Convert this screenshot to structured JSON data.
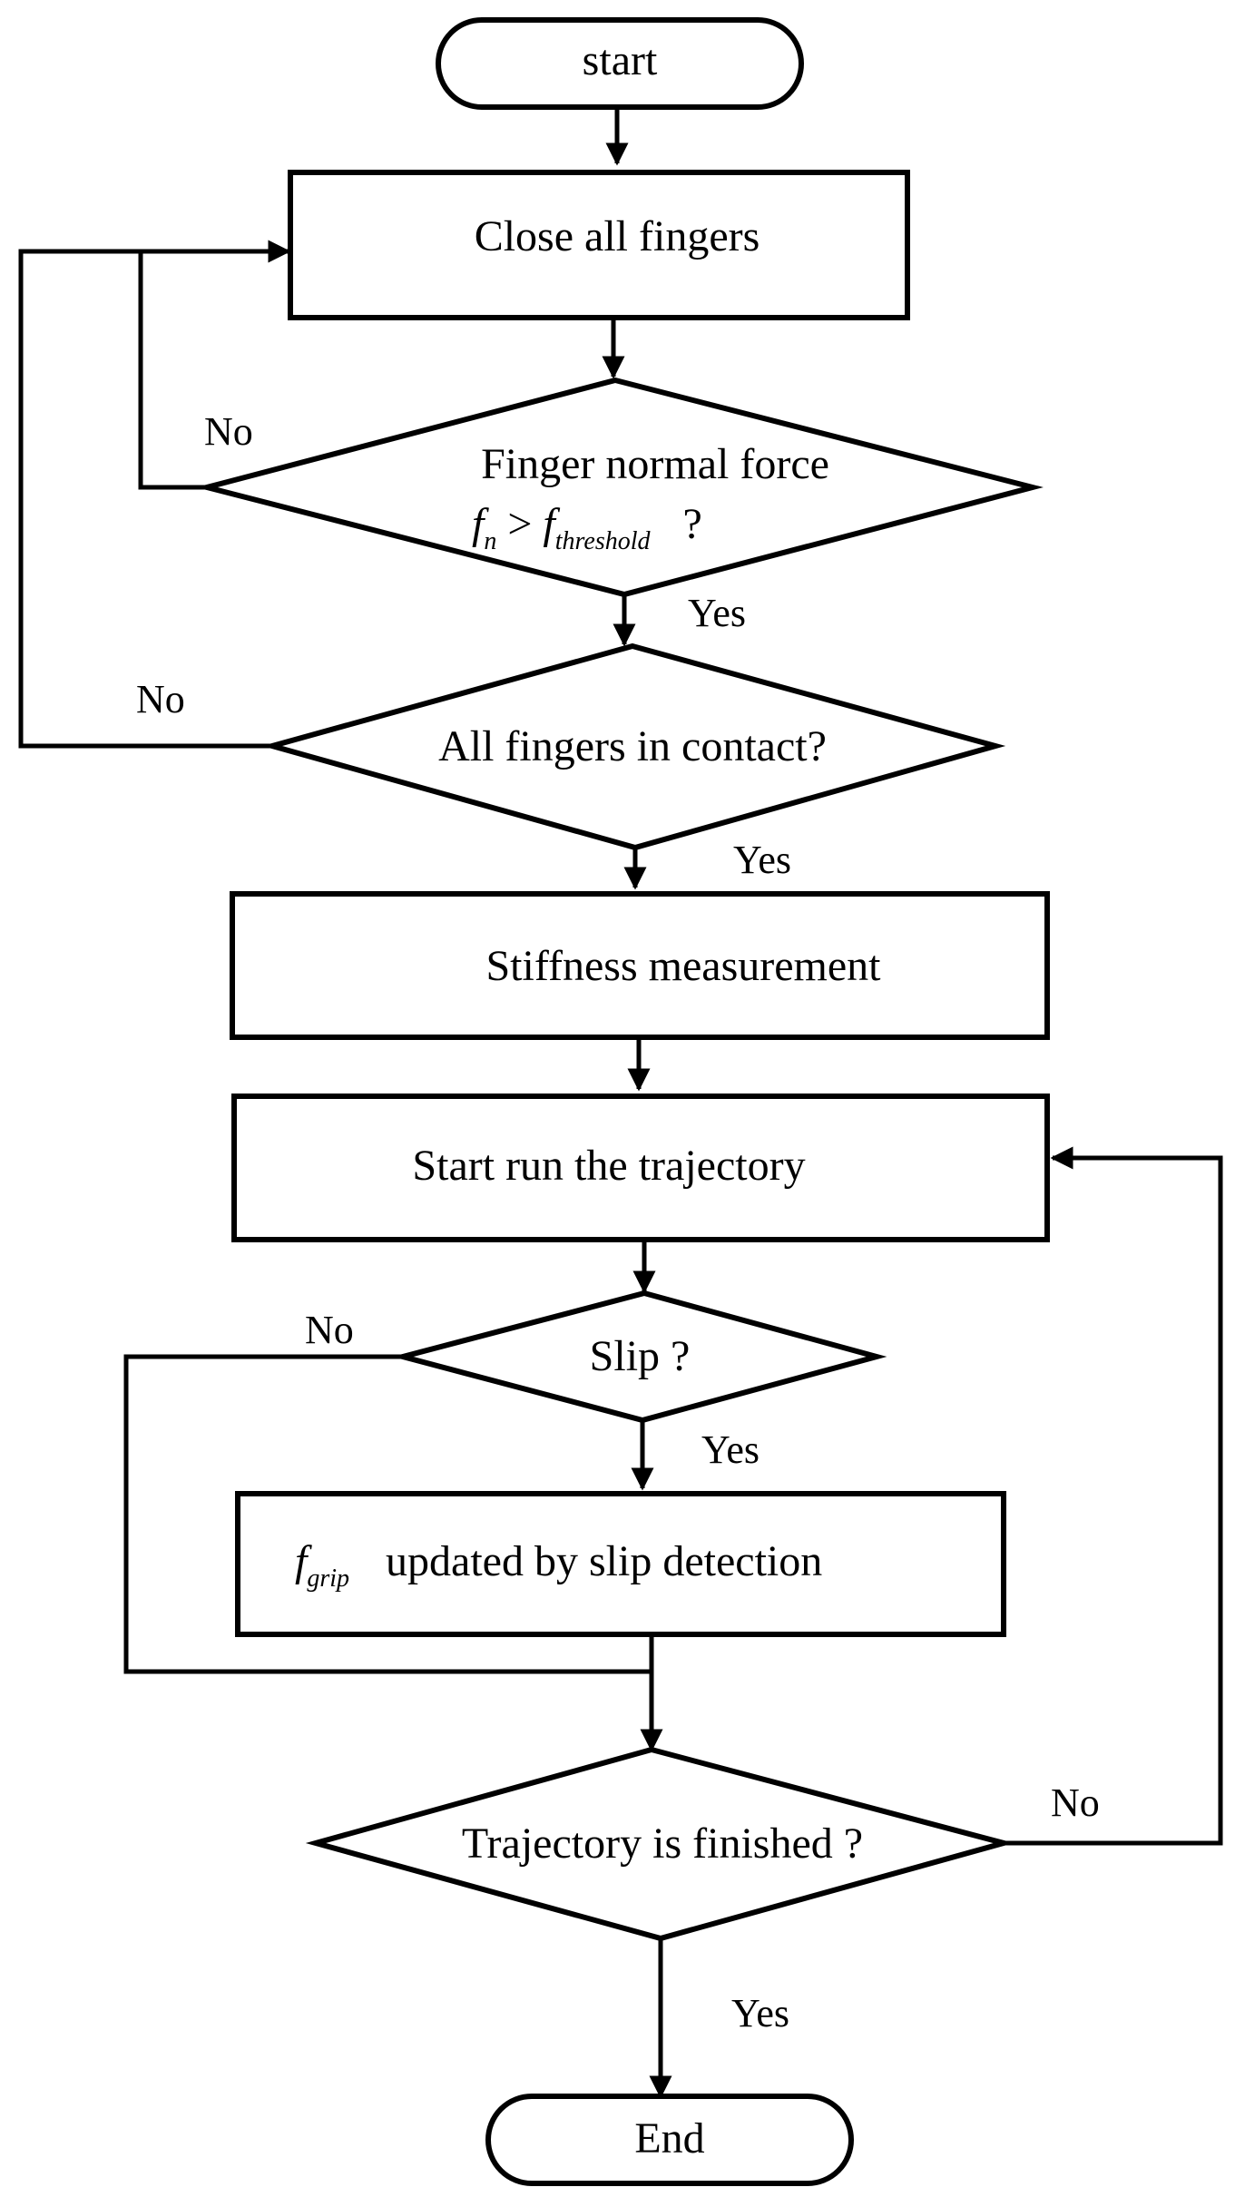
{
  "nodes": {
    "start": "start",
    "close_fingers": "Close all fingers",
    "normal_force": {
      "line1": "Finger normal force",
      "lhs": "f",
      "lhs_sub": "n",
      "op": " > ",
      "rhs": "f",
      "rhs_sub": "threshold",
      "q": "?"
    },
    "all_contact": "All fingers in contact?",
    "stiffness": "Stiffness measurement",
    "run_trajectory": "Start run the trajectory",
    "slip": "Slip ?",
    "grip_update": {
      "sym": "f",
      "sym_sub": "grip",
      "text": "updated by slip detection"
    },
    "traj_finished": "Trajectory is finished ?",
    "end": "End"
  },
  "labels": {
    "no_force": "No",
    "yes_force": "Yes",
    "no_contact": "No",
    "yes_contact": "Yes",
    "no_slip": "No",
    "yes_slip": "Yes",
    "no_finished": "No",
    "yes_finished": "Yes"
  }
}
